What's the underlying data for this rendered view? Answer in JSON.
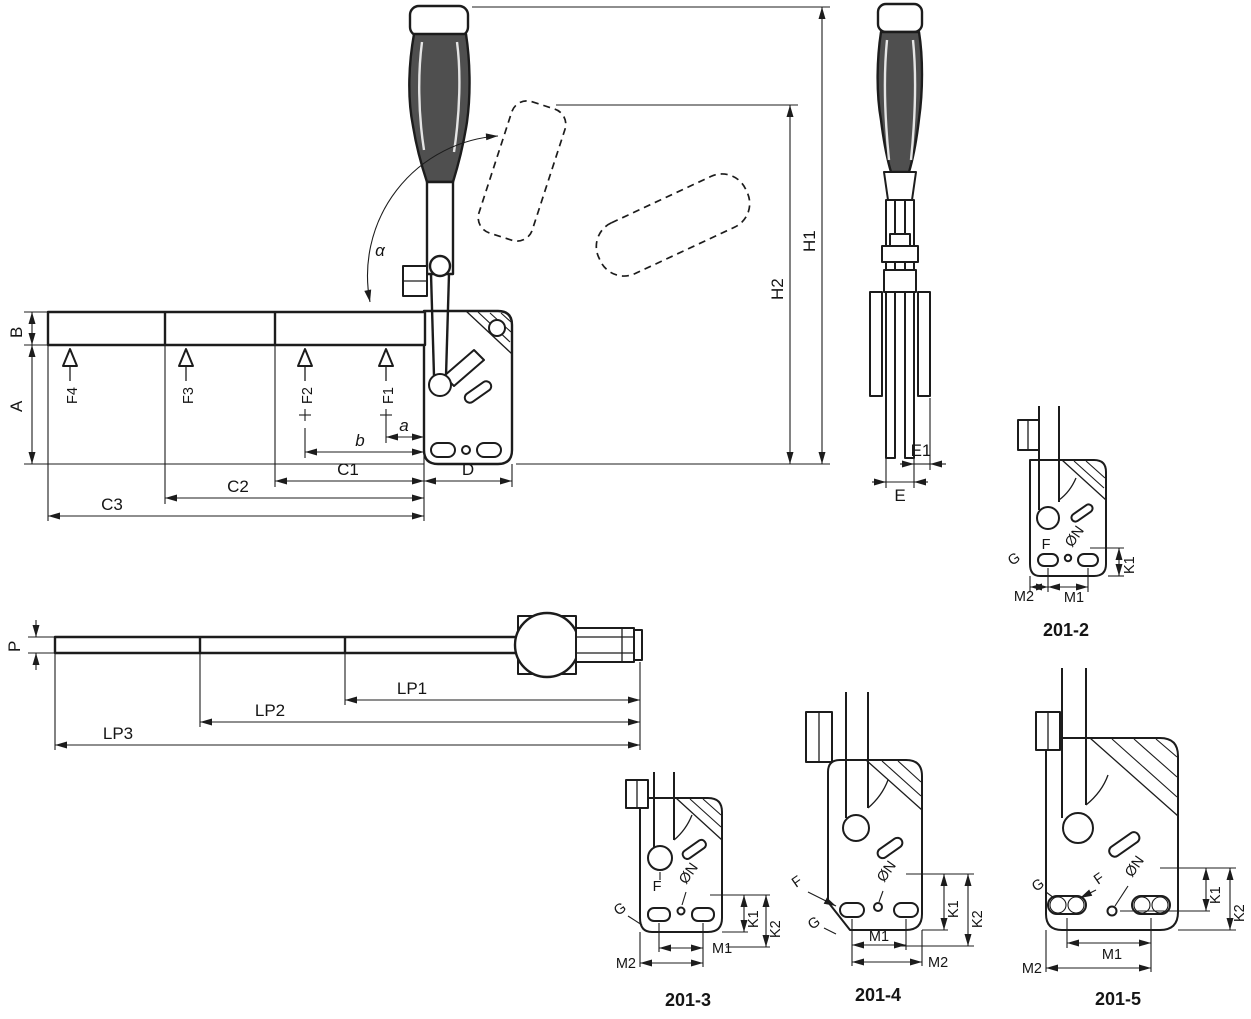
{
  "colors": {
    "line": "#1c1c1c",
    "accent": "#1a6fa8"
  },
  "main_view": {
    "angle_label": "α",
    "dim_B": "B",
    "dim_A": "A",
    "force_F4": "F4",
    "force_F3": "F3",
    "force_F2": "F2",
    "force_F1": "F1",
    "dim_a": "a",
    "dim_b": "b",
    "dim_C1": "C1",
    "dim_C2": "C2",
    "dim_C3": "C3",
    "dim_D": "D",
    "dim_H1": "H1",
    "dim_H2": "H2"
  },
  "side_view": {
    "dim_E": "E",
    "dim_E1": "E1"
  },
  "bar_view": {
    "dim_P": "P",
    "dim_LP1": "LP1",
    "dim_LP2": "LP2",
    "dim_LP3": "LP3"
  },
  "details": {
    "d201_2": {
      "model": "201-2",
      "dim_F": "F",
      "dim_N": "ØN",
      "dim_G": "G",
      "dim_K1": "K1",
      "dim_M1": "M1",
      "dim_M2": "M2"
    },
    "d201_3": {
      "model": "201-3",
      "dim_F": "F",
      "dim_N": "ØN",
      "dim_G": "G",
      "dim_K1": "K1",
      "dim_K2": "K2",
      "dim_M1": "M1",
      "dim_M2": "M2"
    },
    "d201_4": {
      "model": "201-4",
      "dim_F": "F",
      "dim_N": "ØN",
      "dim_G": "G",
      "dim_K1": "K1",
      "dim_K2": "K2",
      "dim_M1": "M1",
      "dim_M2": "M2"
    },
    "d201_5": {
      "model": "201-5",
      "dim_F": "F",
      "dim_N": "ØN",
      "dim_G": "G",
      "dim_K1": "K1",
      "dim_K2": "K2",
      "dim_M1": "M1",
      "dim_M2": "M2"
    }
  }
}
